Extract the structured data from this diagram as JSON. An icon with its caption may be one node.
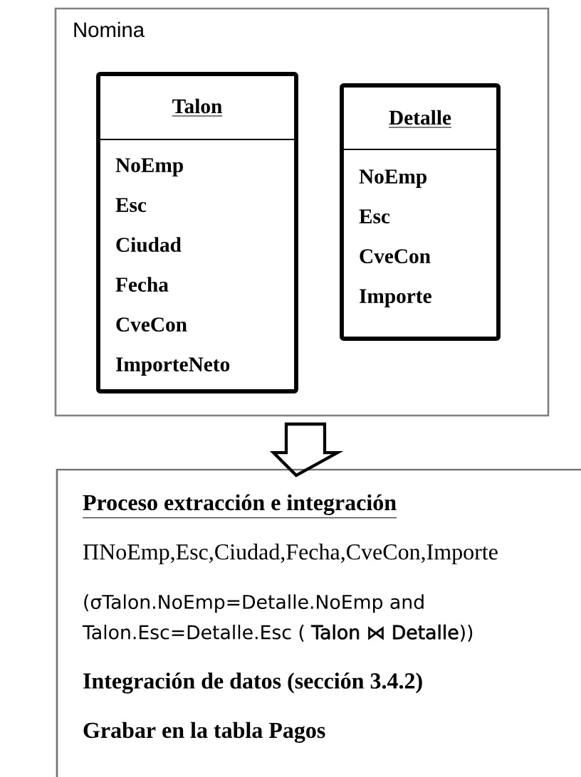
{
  "diagram": {
    "nodes": [
      {
        "text": [
          "Nomina"
        ]
      },
      {
        "text": [
          "Talon",
          "NoEmp",
          "Esc",
          "Ciudad",
          "Fecha",
          "CveCon",
          "ImporteNeto"
        ],
        "in": 0
      },
      {
        "text": [
          "Detalle",
          "NoEmp",
          "Esc",
          "CveCon",
          "Importe"
        ],
        "in": 0
      },
      {
        "text": [
          "Proceso extracción e integración",
          "ΠNoEmp,Esc,Ciudad,Fecha,CveCon,Importe",
          "(σTalon.NoEmp=Detalle.NoEmp and Talon.Esc=Detalle.Esc ( **Talon ⋈ Detalle**))",
          "Integración de datos (sección 3.4.2)",
          "Grabar en la tabla Pagos"
        ]
      }
    ],
    "edges": [
      {
        "from": 0,
        "to": 3,
        "arrow": "to"
      }
    ]
  }
}
